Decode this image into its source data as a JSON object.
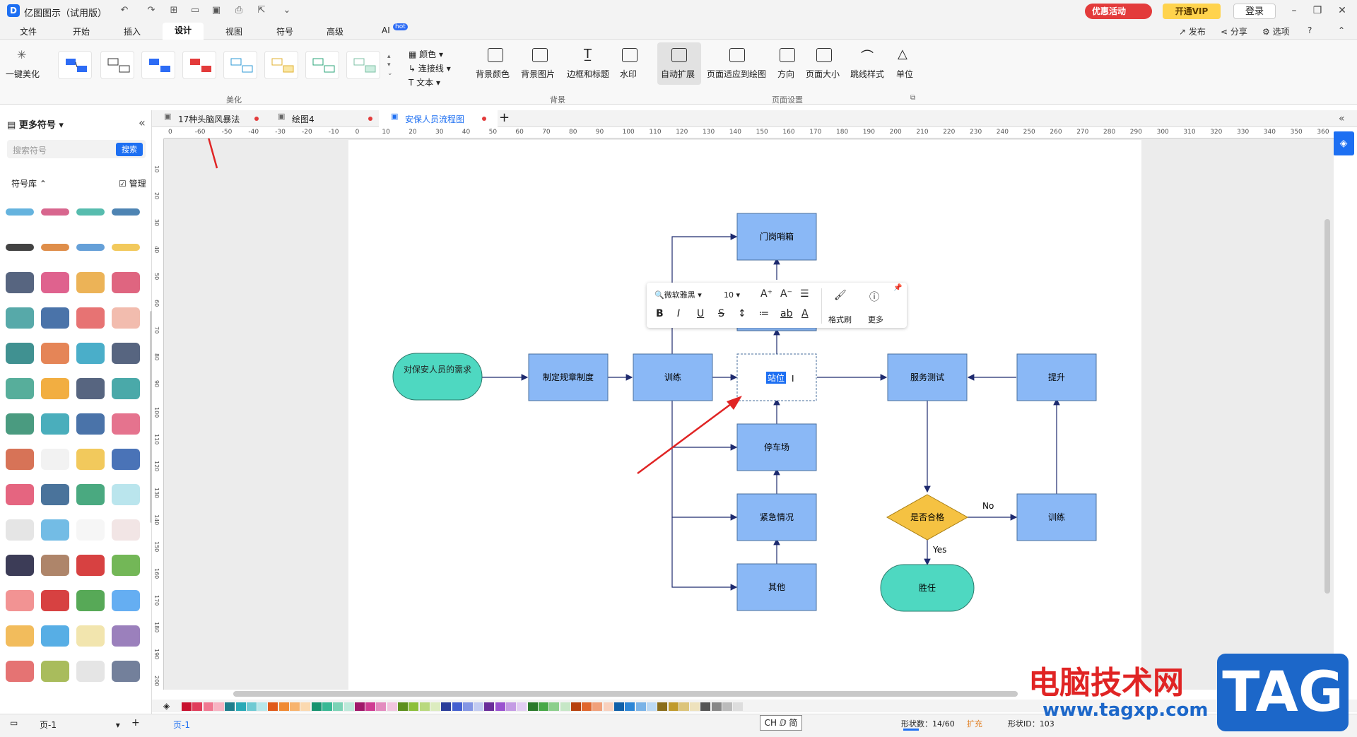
{
  "app": {
    "title": "亿图图示（试用版）"
  },
  "titlebar": {
    "promo": "优惠活动",
    "vip": "开通VIP",
    "login": "登录"
  },
  "menu": [
    "文件",
    "开始",
    "插入",
    "设计",
    "视图",
    "符号",
    "高级",
    "AI"
  ],
  "menu_hot": "hot",
  "menu_right": [
    "发布",
    "分享",
    "选项"
  ],
  "ribbon": {
    "beautify": "一键美化",
    "beautify_group": "美化",
    "color": "颜色",
    "connector": "连接线",
    "text": "文本",
    "bg_group": "背景",
    "bg_items": [
      "背景颜色",
      "背景图片",
      "边框和标题",
      "水印"
    ],
    "page_group": "页面设置",
    "page_items": [
      "自动扩展",
      "页面适应到绘图",
      "方向",
      "页面大小",
      "跳线样式",
      "单位"
    ]
  },
  "sidebar": {
    "title": "更多符号",
    "search_placeholder": "搜索符号",
    "search_button": "搜索",
    "library": "符号库",
    "manage": "管理"
  },
  "tabs": [
    "17种头脑风暴法",
    "绘图4",
    "安保人员流程图"
  ],
  "ruler_ticks": [
    "0",
    "-60",
    "-50",
    "-40",
    "-30",
    "-20",
    "-10",
    "0",
    "10",
    "20",
    "30",
    "40",
    "50",
    "60",
    "70",
    "80",
    "90",
    "100",
    "110",
    "120",
    "130",
    "140",
    "150",
    "160",
    "170",
    "180",
    "190",
    "200",
    "210",
    "220",
    "230",
    "240",
    "250",
    "260",
    "270",
    "280",
    "290",
    "300",
    "310",
    "320",
    "330",
    "340",
    "350",
    "360"
  ],
  "ruler_v_ticks": [
    "10",
    "20",
    "30",
    "40",
    "50",
    "60",
    "70",
    "80",
    "90",
    "100",
    "110",
    "120",
    "130",
    "140",
    "150",
    "160",
    "170",
    "180",
    "190",
    "200"
  ],
  "flowchart": {
    "nodes": {
      "need": "对保安人员的需求",
      "rules": "制定规章制度",
      "train1": "训练",
      "gate": "门岗哨箱",
      "post": "站位",
      "parking": "停车场",
      "emergency": "紧急情况",
      "other": "其他",
      "service": "服务测试",
      "improve": "提升",
      "qualified": "是否合格",
      "train2": "训练",
      "competent": "胜任"
    },
    "labels": {
      "no": "No",
      "yes": "Yes"
    }
  },
  "text_toolbar": {
    "font": "微软雅黑",
    "size": "10",
    "format_painter": "格式刷",
    "more": "更多"
  },
  "status": {
    "page": "页-1",
    "page_tab": "页-1",
    "ime": "CH ⅅ 简",
    "shape_count": "形状数：14/60",
    "expand": "扩充",
    "shape_id": "形状ID：103"
  },
  "watermark": {
    "cn": "电脑技术网",
    "url": "www.tagxp.com",
    "tag": "TAG"
  },
  "colors": {
    "accent": "#1d6ff2",
    "node_fill": "#8ab8f6",
    "node_stroke": "#4a6f9d",
    "terminal_fill": "#4ed8c1",
    "decision_fill": "#f5c242",
    "arrow_red": "#e02424"
  },
  "palette": [
    "#c8102e",
    "#e03c5a",
    "#f07891",
    "#f7b3c2",
    "#1e7e8c",
    "#29a9b6",
    "#6fcad3",
    "#b7e7ea",
    "#e05a1a",
    "#f08a33",
    "#f7b36e",
    "#fbd9b0",
    "#16936f",
    "#38b894",
    "#7bd3b6",
    "#bde9da",
    "#a0186a",
    "#cf3c92",
    "#e38bbf",
    "#f1c5df",
    "#5c8f1c",
    "#8cbf3a",
    "#b9d97e",
    "#dcecbf",
    "#2a3d9a",
    "#4460d0",
    "#8496e4",
    "#c2cbf1",
    "#6a2d99",
    "#9a52cf",
    "#c49be4",
    "#e2cdf2",
    "#2b7a2b",
    "#47a847",
    "#8ccf8c",
    "#c6e7c6",
    "#b7410e",
    "#e0662d",
    "#f0a07a",
    "#f8d0bd",
    "#0f5fa8",
    "#2d86d6",
    "#7ab3e7",
    "#bcd9f3",
    "#8a6d1a",
    "#c09a2c",
    "#dcc47a",
    "#eee2bd",
    "#555555",
    "#888888",
    "#bbbbbb",
    "#dddddd"
  ]
}
